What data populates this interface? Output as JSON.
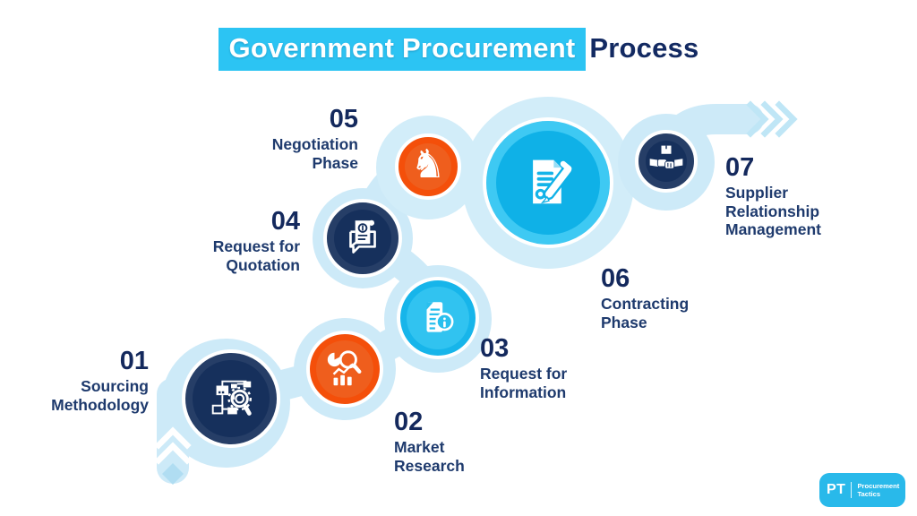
{
  "title": {
    "highlight": "Government Procurement",
    "plain": "Process"
  },
  "steps": [
    {
      "number": "01",
      "label": "Sourcing Methodology",
      "icon": "sourcing-flowchart-search-icon",
      "circle_color": "#16305c"
    },
    {
      "number": "02",
      "label": "Market Research",
      "icon": "market-analytics-magnifier-icon",
      "circle_color": "#ef5e1d"
    },
    {
      "number": "03",
      "label": "Request for Information",
      "icon": "document-info-icon",
      "circle_color": "#31c3f0"
    },
    {
      "number": "04",
      "label": "Request for Quotation",
      "icon": "quotation-receipt-bubble-icon",
      "circle_color": "#16305c"
    },
    {
      "number": "05",
      "label": "Negotiation Phase",
      "icon": "chess-knight-icon",
      "circle_color": "#ef5e1d"
    },
    {
      "number": "06",
      "label": "Contracting Phase",
      "icon": "contract-signing-pen-icon",
      "circle_color": "#0fb1e7"
    },
    {
      "number": "07",
      "label": "Supplier Relationship Management",
      "icon": "handshake-package-icon",
      "circle_color": "#16305c"
    }
  ],
  "glyphs": {
    "chess_knight": "♞"
  },
  "logo": {
    "abbr": "PT",
    "line1": "Procurement",
    "line2": "Tactics"
  },
  "palette": {
    "title_highlight": "#2cc4f3",
    "title_text": "#132a62",
    "navy": "#16305c",
    "orange": "#ef5e1d",
    "cyan": "#31c3f0",
    "bright_cyan": "#0fb1e7",
    "pale_path": "#cdeaf8",
    "number_text": "#14295d",
    "label_text": "#1e3a6d"
  }
}
